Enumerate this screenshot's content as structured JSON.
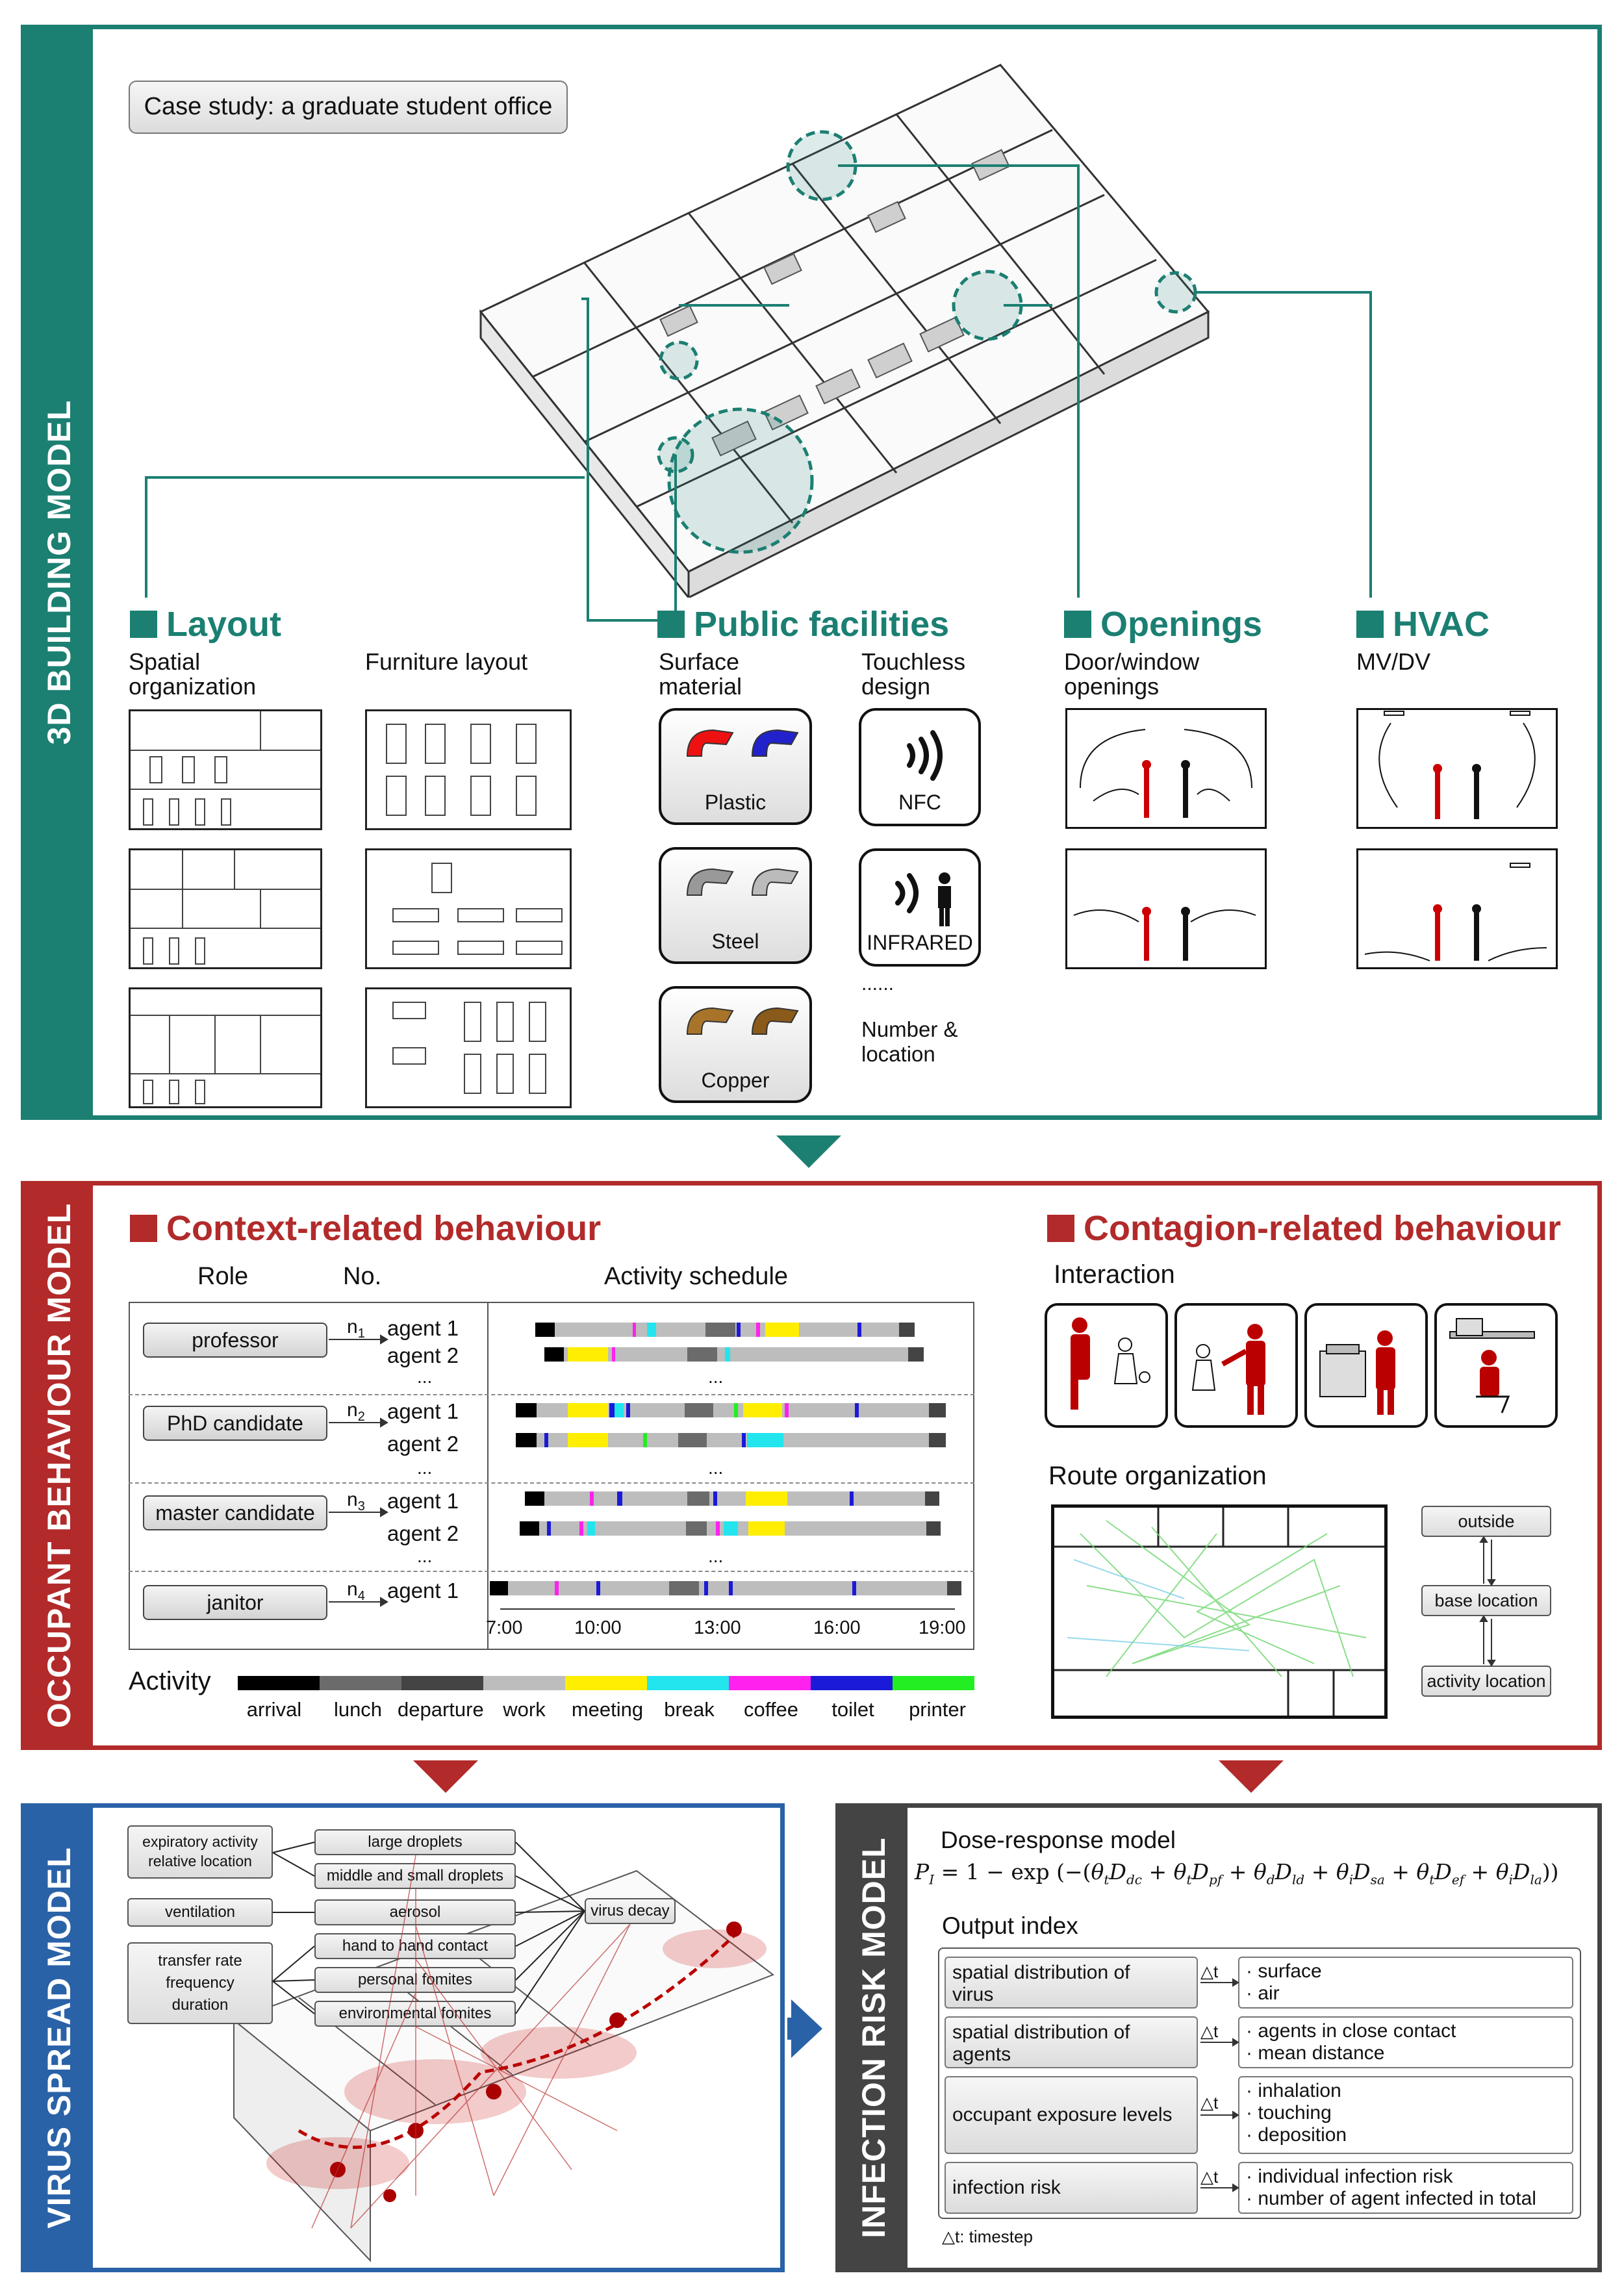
{
  "colors": {
    "teal": "#1b7f72",
    "red": "#b22a2a",
    "blue": "#2a62a8",
    "dark": "#444444"
  },
  "building": {
    "side_title": "3D BUILDING MODEL",
    "case_label": "Case study: a graduate student office",
    "layout": {
      "title": "Layout",
      "col1": "Spatial\norganization",
      "col2": "Furniture layout"
    },
    "public": {
      "title": "Public facilities",
      "col1": "Surface\nmaterial",
      "col2": "Touchless\ndesign",
      "materials": [
        "Plastic",
        "Steel",
        "Copper"
      ],
      "touchless": [
        "NFC",
        "INFRARED"
      ],
      "dots": "......",
      "number": "Number &\nlocation"
    },
    "openings": {
      "title": "Openings",
      "sub": "Door/window\nopenings"
    },
    "hvac": {
      "title": "HVAC",
      "sub": "MV/DV"
    }
  },
  "behaviour": {
    "side_title": "OCCUPANT BEHAVIOUR MODEL",
    "context_title": "Context-related behaviour",
    "contagion_title": "Contagion-related behaviour",
    "col_role": "Role",
    "col_no": "No.",
    "col_schedule": "Activity schedule",
    "roles": [
      {
        "name": "professor",
        "n": "n",
        "sub": "1",
        "agents": [
          "agent 1",
          "agent 2"
        ]
      },
      {
        "name": "PhD candidate",
        "n": "n",
        "sub": "2",
        "agents": [
          "agent 1",
          "agent 2"
        ]
      },
      {
        "name": "master candidate",
        "n": "n",
        "sub": "3",
        "agents": [
          "agent 1",
          "agent 2"
        ]
      },
      {
        "name": "janitor",
        "n": "n",
        "sub": "4",
        "agents": [
          "agent 1"
        ]
      }
    ],
    "ellipsis": "...",
    "times": [
      "7:00",
      "10:00",
      "13:00",
      "16:00",
      "19:00"
    ],
    "activity_label": "Activity",
    "activities": [
      {
        "name": "arrival",
        "color": "#000000"
      },
      {
        "name": "lunch",
        "color": "#6b6b6b"
      },
      {
        "name": "departure",
        "color": "#444444"
      },
      {
        "name": "work",
        "color": "#bdbdbd"
      },
      {
        "name": "meeting",
        "color": "#ffee00"
      },
      {
        "name": "break",
        "color": "#22e5ee"
      },
      {
        "name": "coffee",
        "color": "#ff22ee"
      },
      {
        "name": "toilet",
        "color": "#1a1ad8"
      },
      {
        "name": "printer",
        "color": "#22ee22"
      }
    ],
    "interaction_title": "Interaction",
    "route_title": "Route organization",
    "route_nodes": [
      "outside",
      "base location",
      "activity location"
    ]
  },
  "virus": {
    "side_title": "VIRUS SPREAD MODEL",
    "factors": [
      "expiratory activity\nrelative location",
      "ventilation",
      "transfer rate\nfrequency\nduration"
    ],
    "modes": [
      "large droplets",
      "middle and small droplets",
      "aerosol",
      "hand to hand contact",
      "personal fomites",
      "environmental fomites"
    ],
    "decay": "virus decay"
  },
  "risk": {
    "side_title": "INFECTION RISK MODEL",
    "dose_title": "Dose-response model",
    "output_title": "Output index",
    "rows": [
      {
        "left": "spatial distribution of\nvirus",
        "right": [
          "· surface",
          "· air"
        ]
      },
      {
        "left": "spatial distribution of\nagents",
        "right": [
          "· agents in close contact",
          "· mean distance"
        ]
      },
      {
        "left": "occupant exposure levels",
        "right": [
          "· inhalation",
          "· touching",
          "· deposition"
        ]
      },
      {
        "left": "infection risk",
        "right": [
          "· individual infection risk",
          "· number of agent infected in total"
        ]
      }
    ],
    "delta": "△t",
    "footnote": "△t:  timestep"
  }
}
